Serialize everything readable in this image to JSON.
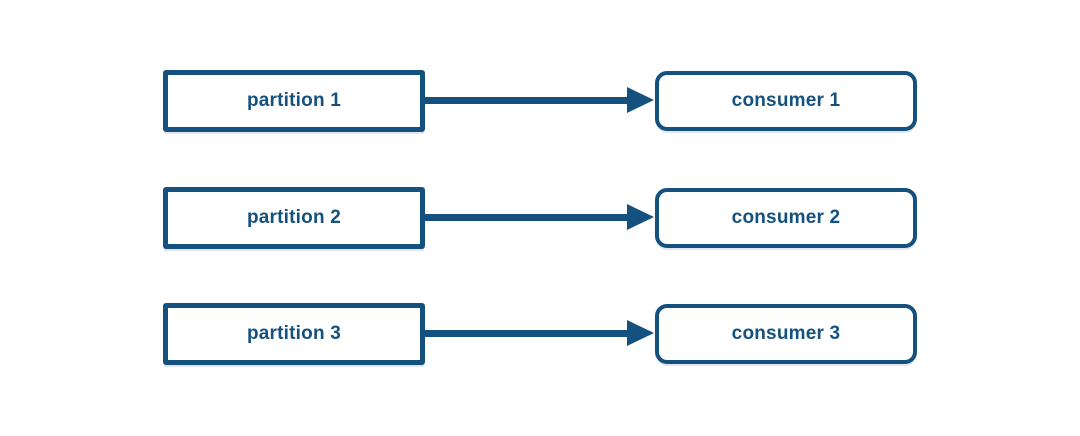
{
  "colors": {
    "accent": "#15517e",
    "background": "#ffffff",
    "text": "#15517e"
  },
  "diagram": {
    "description": "Three partitions each feeding one consumer via an arrow",
    "rows": [
      {
        "source": {
          "label": "partition 1"
        },
        "connector": "arrow-right",
        "target": {
          "label": "consumer 1"
        }
      },
      {
        "source": {
          "label": "partition 2"
        },
        "connector": "arrow-right",
        "target": {
          "label": "consumer 2"
        }
      },
      {
        "source": {
          "label": "partition 3"
        },
        "connector": "arrow-right",
        "target": {
          "label": "consumer 3"
        }
      }
    ]
  }
}
